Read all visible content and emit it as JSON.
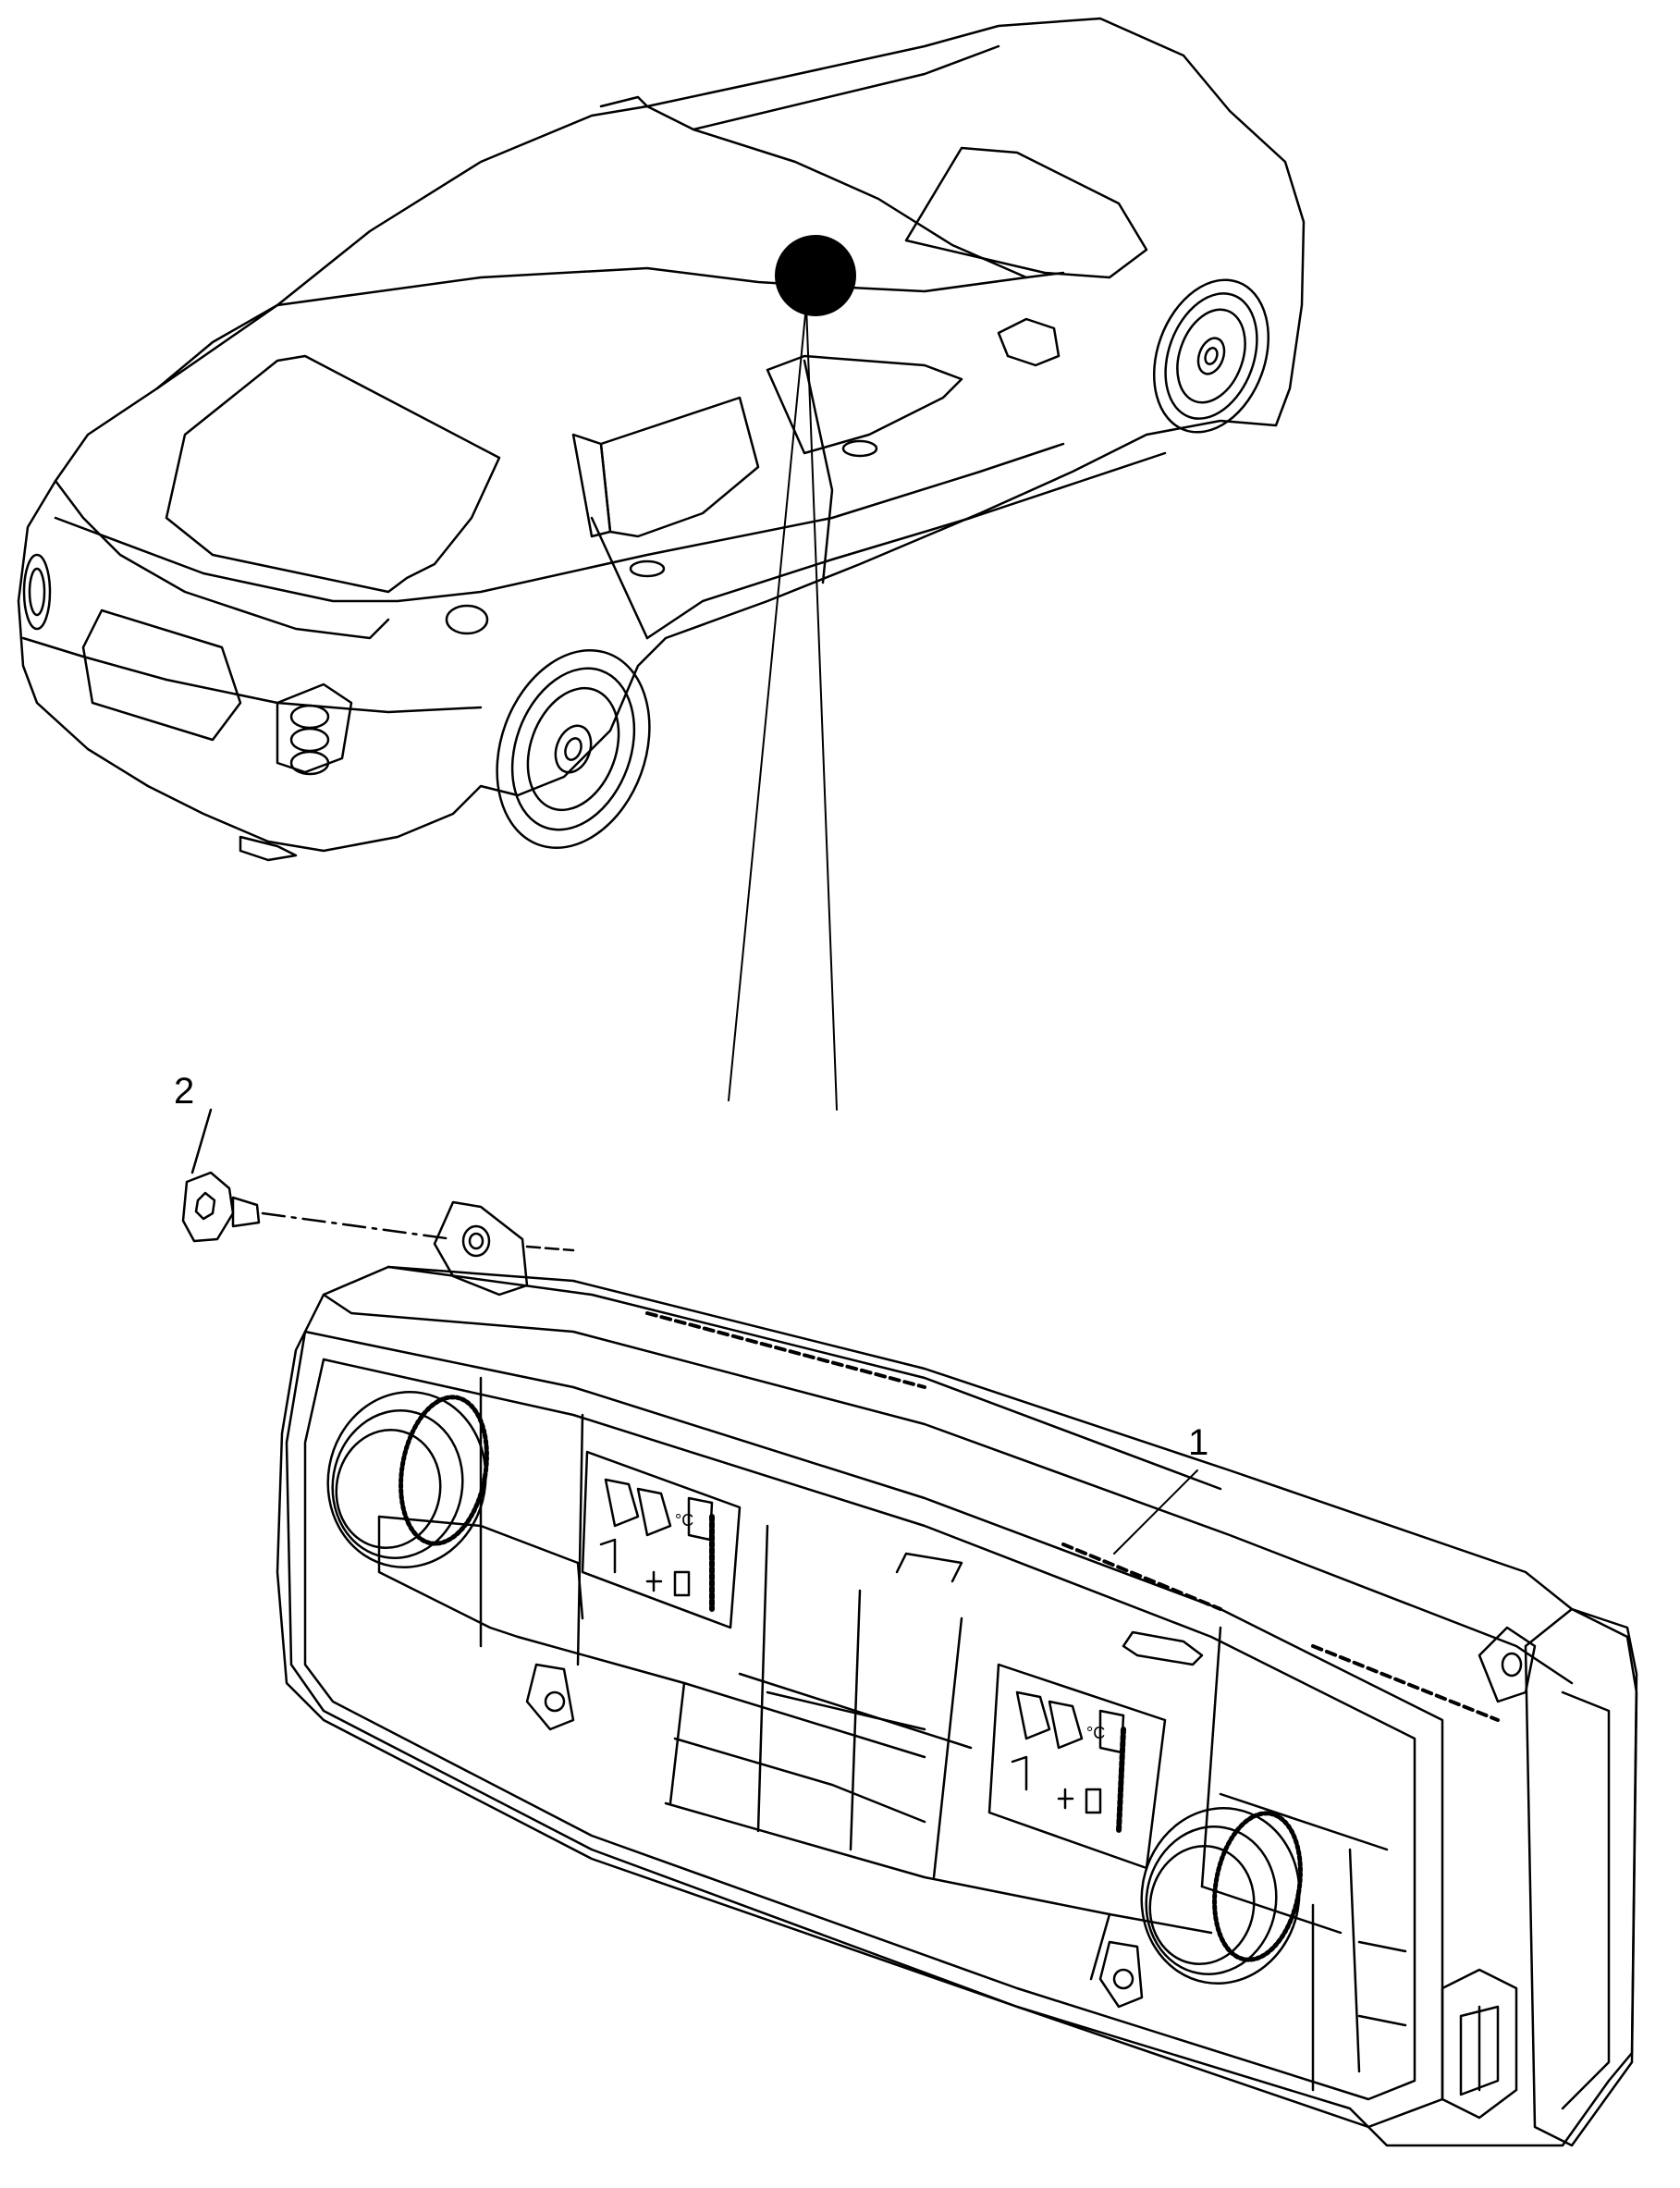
{
  "diagram": {
    "callouts": [
      {
        "id": "1",
        "label": "1"
      },
      {
        "id": "2",
        "label": "2"
      }
    ],
    "panel_display_unit": "°C",
    "colors": {
      "line": "#000000",
      "background": "#ffffff",
      "location_marker": "#000000"
    }
  }
}
